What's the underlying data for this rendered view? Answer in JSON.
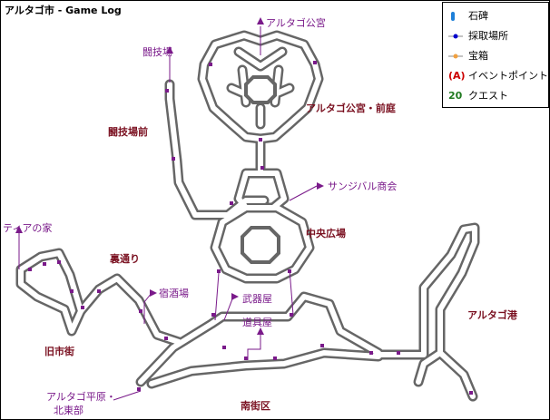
{
  "title": "アルタゴ市 - Game Log",
  "colors": {
    "wall": "#666666",
    "corridor": "#ffffff",
    "area_label": "#7a1020",
    "poi_label": "#7a1a8a",
    "stone": "#1e7fd8",
    "gather": "#0000cc",
    "chest": "#f0a040",
    "event": "#cc0000",
    "quest": "#207a20"
  },
  "legend": {
    "stone": {
      "icon": "stone-monument-icon",
      "label": "石碑"
    },
    "gather": {
      "icon": "gathering-point-icon",
      "label": "採取場所"
    },
    "chest": {
      "icon": "treasure-chest-icon",
      "label": "宝箱"
    },
    "event": {
      "symbol": "(A)",
      "label": "イベントポイント"
    },
    "quest": {
      "symbol": "20",
      "label": "クエスト"
    }
  },
  "areas": {
    "palace": "アルタゴ公宮・前庭",
    "arena_front": "闘技場前",
    "central_plaza": "中央広場",
    "back_street": "裏通り",
    "old_town": "旧市街",
    "south_district": "南街区",
    "port": "アルタゴ港"
  },
  "pois": {
    "palace": "アルタゴ公宮",
    "arena": "闘技場",
    "shop": "サンジバル商会",
    "tia_house": "ティアの家",
    "tavern": "宿酒場",
    "weapon": "武器屋",
    "item": "道具屋",
    "exit_line1": "アルタゴ平原・",
    "exit_line2": "北東部"
  }
}
